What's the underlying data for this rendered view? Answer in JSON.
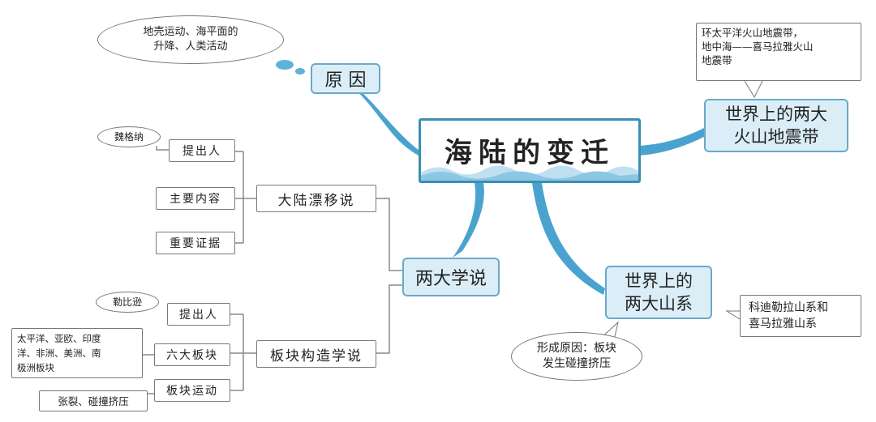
{
  "main": {
    "title": "海陆的变迁"
  },
  "reason": {
    "label": "原 因",
    "note_line1": "地壳运动、海平面的",
    "note_line2": "升降、人类活动"
  },
  "volcano_belts": {
    "label_line1": "世界上的两大",
    "label_line2": "火山地震带",
    "note_line1": "环太平洋火山地震带，",
    "note_line2": "地中海——喜马拉雅火山",
    "note_line3": "地震带"
  },
  "mountain_systems": {
    "label_line1": "世界上的",
    "label_line2": "两大山系",
    "note_line1": "科迪勒拉山系和",
    "note_line2": "喜马拉雅山系",
    "cause_line1": "形成原因：板块",
    "cause_line2": "发生碰撞挤压"
  },
  "theories": {
    "label": "两大学说",
    "continental_drift": {
      "label": "大陆漂移说",
      "proposer": "提出人",
      "proposer_name": "魏格纳",
      "content": "主要内容",
      "evidence": "重要证据"
    },
    "plate_tectonics": {
      "label": "板块构造学说",
      "proposer": "提出人",
      "proposer_name": "勒比逊",
      "six_plates": "六大板块",
      "six_plates_note_line1": "太平洋、亚欧、印度",
      "six_plates_note_line2": "洋、非洲、美洲、南",
      "six_plates_note_line3": "极洲板块",
      "movement": "板块运动",
      "movement_note": "张裂、碰撞挤压"
    }
  },
  "colors": {
    "branch": "#4aa3cf",
    "node_fill": "#dbeef8",
    "node_border": "#6aa9c9",
    "line_gray": "#8a8a8a"
  }
}
